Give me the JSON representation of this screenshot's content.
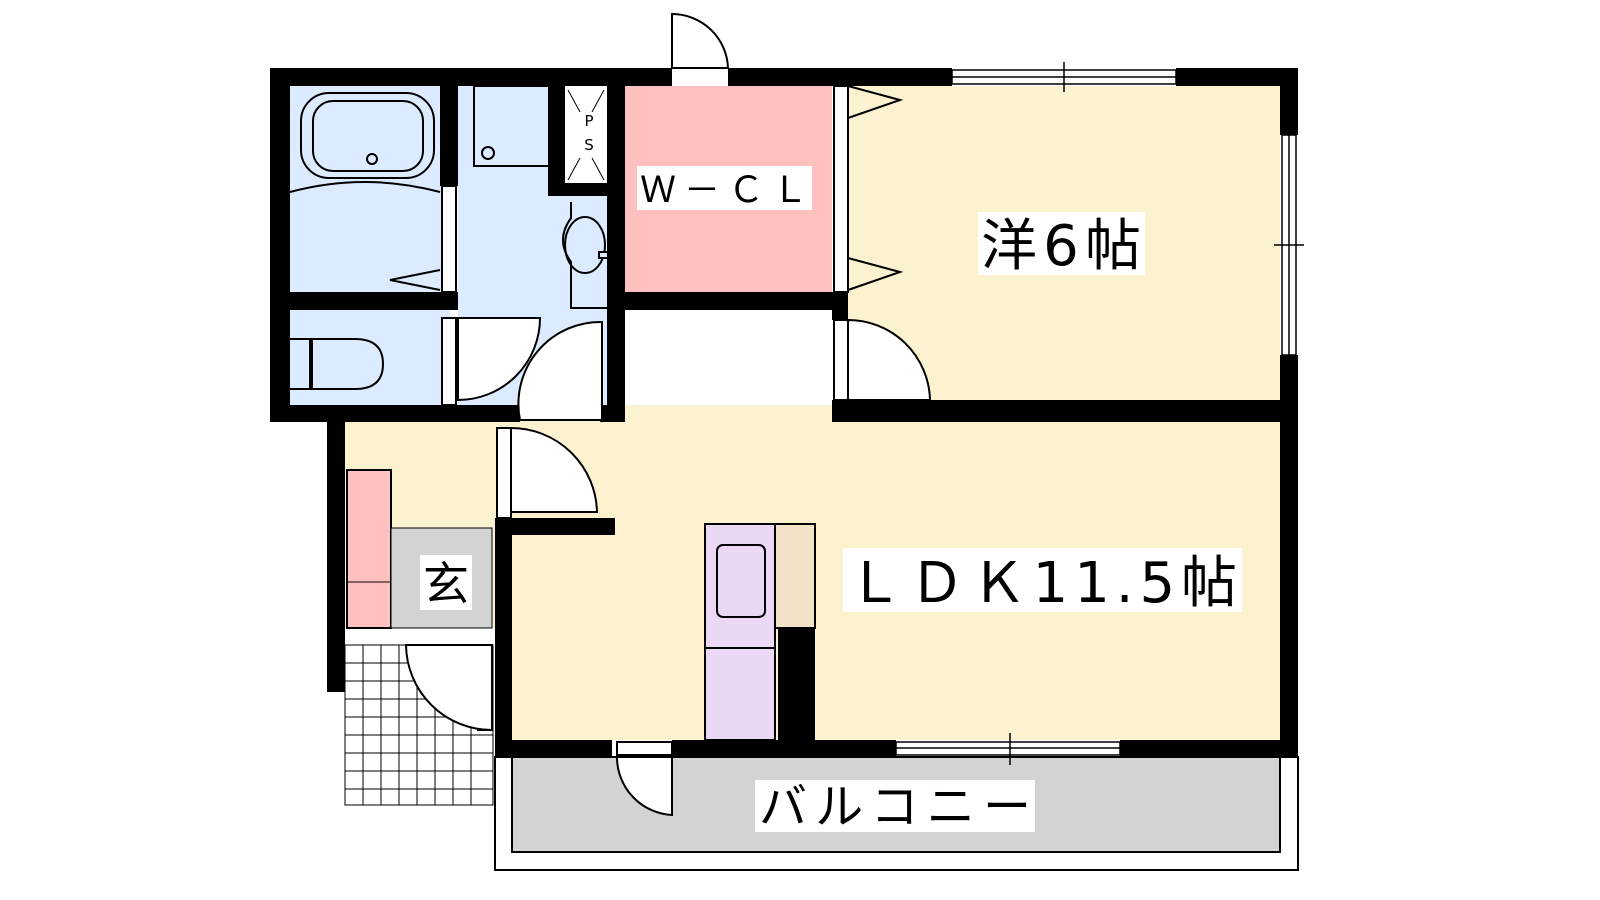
{
  "rooms": {
    "wcl": "Ｗ－ＣＬ",
    "western": "洋6帖",
    "ldk": "ＬＤＫ11.5帖",
    "entrance": "玄",
    "balcony": "バルコニー",
    "ps_p": "P",
    "ps_s": "S"
  },
  "colors": {
    "wet": "#dcebff",
    "wcl": "#ffc0c0",
    "floor": "#fdf2d0",
    "genkan": "#d3d3d3",
    "kitchen": "#ead8f4",
    "wall": "#000000",
    "balcony": "#d3d3d3"
  }
}
